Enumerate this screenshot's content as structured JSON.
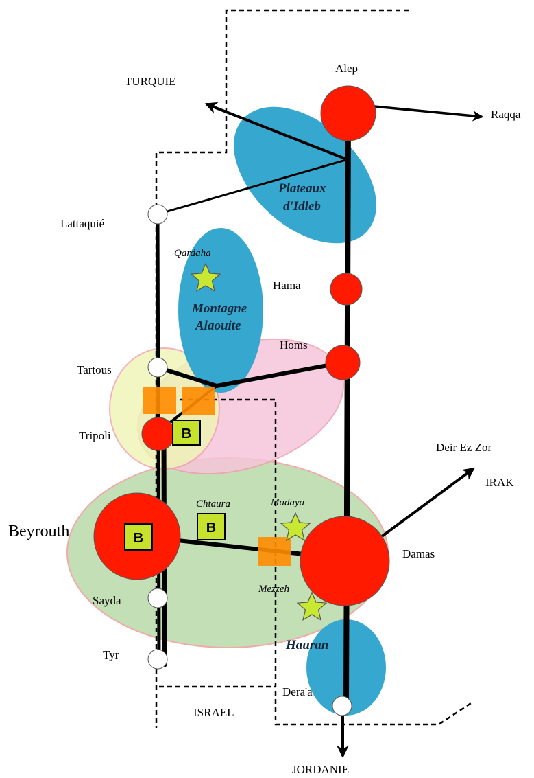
{
  "colors": {
    "region_blue": "#36a8d0",
    "region_pink": "#f6c6da",
    "region_green": "#bddcad",
    "region_yellow": "#eef5b4",
    "city_major": "#ff1a00",
    "city_minor": "#ffffff",
    "checkpoint": "#ff8c00",
    "star": "#c8e832",
    "badge": "#c6e22d",
    "line": "#000000"
  },
  "directions": {
    "turquie": "TURQUIE",
    "raqqa": "Raqqa",
    "deir_ez_zor": "Deir Ez Zor",
    "irak": "IRAK",
    "israel": "ISRAEL",
    "jordanie": "JORDANIE"
  },
  "cities": {
    "alep": "Alep",
    "lattaquie": "Lattaquié",
    "hama": "Hama",
    "homs": "Homs",
    "tartous": "Tartous",
    "tripoli": "Tripoli",
    "beyrouth": "Beyrouth",
    "damas": "Damas",
    "sayda": "Sayda",
    "tyr": "Tyr",
    "deraa": "Dera'a"
  },
  "places": {
    "qardaha": "Qardaha",
    "chtaura": "Chtaura",
    "madaya": "Madaya",
    "mezzeh": "Mezzeh"
  },
  "regions": {
    "idleb_line1": "Plateaux",
    "idleb_line2": "d'Idleb",
    "alaouite_line1": "Montagne",
    "alaouite_line2": "Alaouite",
    "hauran": "Hauran"
  },
  "badges": {
    "letter": "B"
  },
  "icons": {
    "star": "star-icon",
    "checkpoint": "checkpoint-square-icon",
    "badge": "b-badge-icon"
  }
}
